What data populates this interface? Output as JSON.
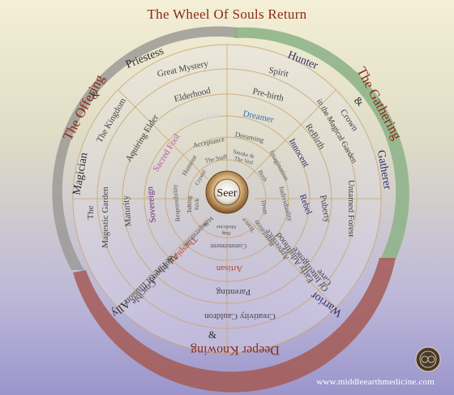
{
  "title": "The Wheel Of Souls Return",
  "website": "www.middleearthmedicine.com",
  "center": "Seer",
  "arcs": [
    {
      "label": "The Offering",
      "color": "#9c9a96"
    },
    {
      "label": "The Gathering",
      "color": "#8fb489"
    },
    {
      "label": "Deeper Knowing",
      "color": "#a45a55"
    }
  ],
  "ampersand": "&",
  "ring_labels": [
    {
      "text": "Priestess",
      "color": "#2b2a2a"
    },
    {
      "text": "Hunter",
      "color": "#2e2b6e"
    },
    {
      "text": "Gatherer",
      "color": "#2e2b6e"
    },
    {
      "text": "Warrior",
      "color": "#2e2b6e"
    },
    {
      "text": "Ally",
      "color": "#2b2a2a"
    },
    {
      "text": "Magician",
      "color": "#2b2a2a"
    },
    {
      "text": "Great Mystery",
      "color": "#444"
    },
    {
      "text": "Spirit",
      "color": "#444"
    },
    {
      "text": "Crown",
      "color": "#444"
    },
    {
      "text": "in the Magical Garden",
      "color": "#444"
    },
    {
      "text": "Untamed  Forest",
      "color": "#444"
    },
    {
      "text": "Cave",
      "color": "#444"
    },
    {
      "text": "Of Intelligence",
      "color": "#444"
    },
    {
      "text": "Creativity Cauldron",
      "color": "#444"
    },
    {
      "text": "Crucible",
      "color": "#444"
    },
    {
      "text": "& Fire Of Illusion",
      "color": "#444"
    },
    {
      "text": "The",
      "color": "#444"
    },
    {
      "text": "Magestic Garden",
      "color": "#444"
    },
    {
      "text": "The Kingdom",
      "color": "#444"
    },
    {
      "text": "Elderhood",
      "color": "#444"
    },
    {
      "text": "Pre-birth",
      "color": "#444"
    },
    {
      "text": "ReBirth",
      "color": "#444"
    },
    {
      "text": "Puberty",
      "color": "#444"
    },
    {
      "text": "Early Adulthood",
      "color": "#444"
    },
    {
      "text": "Parenting",
      "color": "#444"
    },
    {
      "text": "Adulthood",
      "color": "#444"
    },
    {
      "text": "Maturity",
      "color": "#444"
    },
    {
      "text": "Aquiring Elder",
      "color": "#444"
    },
    {
      "text": "Wise Elder",
      "color": "#d9d0e4"
    },
    {
      "text": "Dreamer",
      "color": "#3c6fb0"
    },
    {
      "text": "Innocent",
      "color": "#2e2b6e"
    },
    {
      "text": "Rebel",
      "color": "#2e2b6e"
    },
    {
      "text": "Apprentice",
      "color": "#555"
    },
    {
      "text": "Artisan",
      "color": "#b6442e"
    },
    {
      "text": "Thespian",
      "color": "#b6442e"
    },
    {
      "text": "Sovereign",
      "color": "#6a2a7a"
    },
    {
      "text": "Sacred Fool",
      "color": "#b55aa3"
    },
    {
      "text": "Acceptance",
      "color": "#555"
    },
    {
      "text": "Dreaming",
      "color": "#555"
    },
    {
      "text": "Imagination",
      "color": "#555"
    },
    {
      "text": "Individuality",
      "color": "#555"
    },
    {
      "text": "Reputation",
      "color": "#555"
    },
    {
      "text": "Commitment",
      "color": "#555"
    },
    {
      "text": "Superstition",
      "color": "#555"
    },
    {
      "text": "Responsibility",
      "color": "#555"
    },
    {
      "text": "Humour",
      "color": "#555"
    },
    {
      "text": "The Staff",
      "color": "#555"
    },
    {
      "text": "Smoke &",
      "color": "#555"
    },
    {
      "text": "The Veil",
      "color": "#555"
    },
    {
      "text": "Birth",
      "color": "#555"
    },
    {
      "text": "Drum",
      "color": "#555"
    },
    {
      "text": "Trance",
      "color": "#555"
    },
    {
      "text": "Medicine",
      "color": "#555"
    },
    {
      "text": "Bag",
      "color": "#555"
    },
    {
      "text": "Mask",
      "color": "#555"
    },
    {
      "text": "Talking",
      "color": "#555"
    },
    {
      "text": "Stick",
      "color": "#555"
    },
    {
      "text": "Crystal",
      "color": "#555"
    }
  ]
}
